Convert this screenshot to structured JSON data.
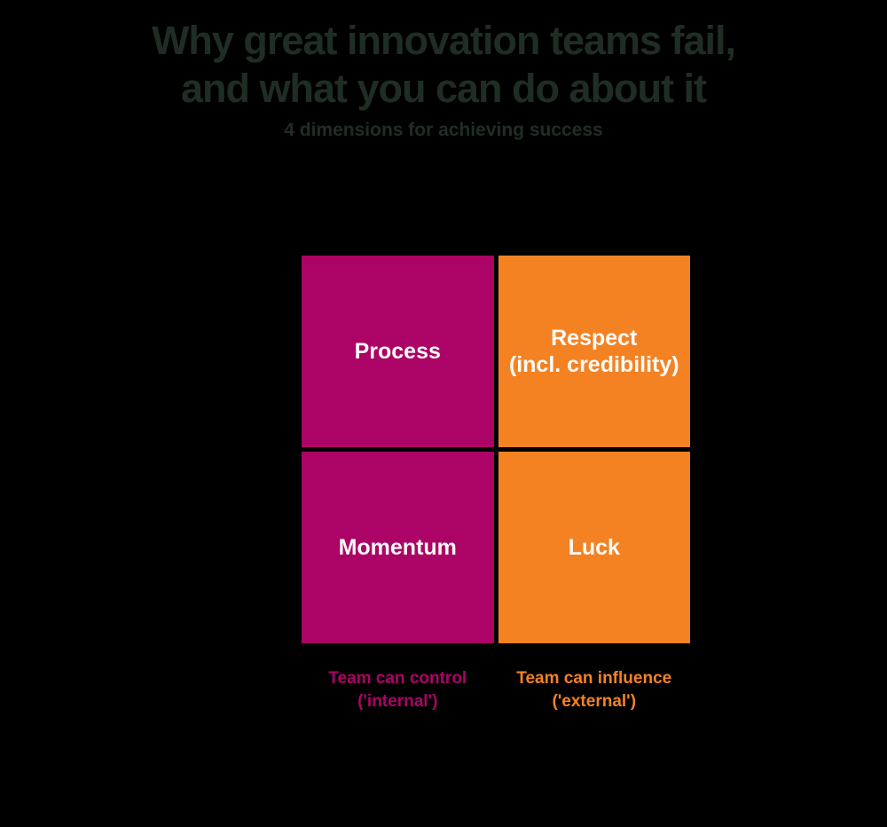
{
  "title": {
    "line1": "Why great innovation teams fail,",
    "line2": "and what you can do about it"
  },
  "subtitle": "4 dimensions for achieving success",
  "colors": {
    "background": "#000000",
    "title_text": "#1F2E24",
    "magenta": "#AC0366",
    "orange": "#F48223",
    "quadrant_text": "#FCFBF8"
  },
  "matrix": {
    "quadrants": [
      {
        "position": "top-left",
        "label": "Process",
        "color": "#AC0366"
      },
      {
        "position": "top-right",
        "label_line1": "Respect",
        "label_line2": "(incl. credibility)",
        "color": "#F48223"
      },
      {
        "position": "bottom-left",
        "label": "Momentum",
        "color": "#AC0366"
      },
      {
        "position": "bottom-right",
        "label": "Luck",
        "color": "#F48223"
      }
    ]
  },
  "axis_labels": {
    "left": {
      "line1": "Team can control",
      "line2": "('internal')",
      "color": "#AC0366"
    },
    "right": {
      "line1": "Team can influence",
      "line2": "('external')",
      "color": "#F48223"
    }
  }
}
